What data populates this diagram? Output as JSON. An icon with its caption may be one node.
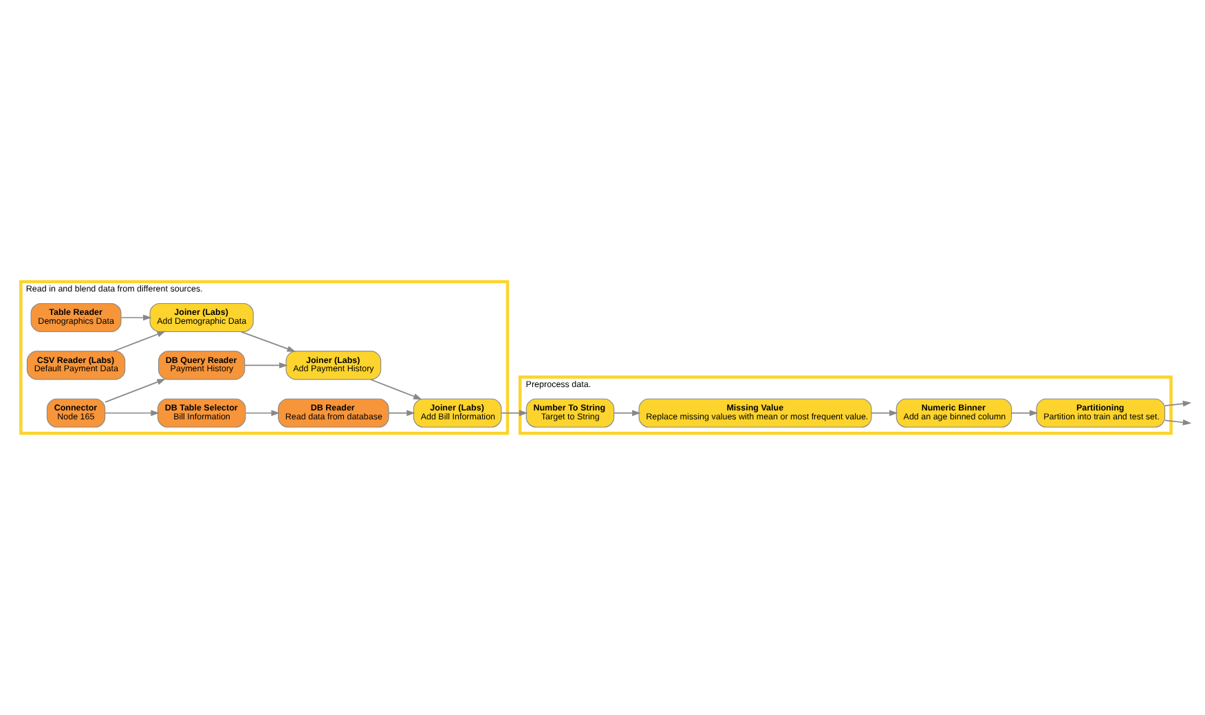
{
  "diagram": {
    "nodes": [
      {
        "text": [
          "Read in and blend data from different sources."
        ]
      },
      {
        "text": [
          "Table Reader",
          "Demographics Data"
        ],
        "in": 0
      },
      {
        "text": [
          "Joiner (Labs)",
          "Add Demographic Data"
        ],
        "in": 0
      },
      {
        "text": [
          "CSV Reader (Labs)",
          "Default Payment Data"
        ],
        "in": 0
      },
      {
        "text": [
          "Joiner (Labs)",
          "Add Payment History"
        ],
        "in": 0
      },
      {
        "text": [
          "DB Query Reader",
          "Payment History"
        ],
        "in": 0
      },
      {
        "text": [
          "Joiner (Labs)",
          "Add Bill Information"
        ],
        "in": 0
      },
      {
        "text": [
          "Connector",
          "Node 165"
        ],
        "in": 0
      },
      {
        "text": [
          "DB Table Selector",
          "Bill Information"
        ],
        "in": 0
      },
      {
        "text": [
          "DB Reader",
          "Read data from database"
        ],
        "in": 0
      },
      {
        "text": [
          "Preprocess data."
        ]
      },
      {
        "text": [
          "Number To String",
          "Target to String"
        ],
        "in": 10
      },
      {
        "text": [
          "Missing Value",
          "Replace missing values with mean or most frequent value."
        ],
        "in": 10
      },
      {
        "text": [
          "Numeric Binner",
          "Add an age binned column"
        ],
        "in": 10
      },
      {
        "text": [
          "Partitioning",
          "Partition into train and test set."
        ],
        "in": 10
      }
    ],
    "edges": [
      {
        "from": 1,
        "to": 2,
        "arrow": "to"
      },
      {
        "from": 3,
        "to": 2,
        "arrow": "to"
      },
      {
        "from": 2,
        "to": 4,
        "arrow": "to"
      },
      {
        "from": 7,
        "to": 5,
        "arrow": "to"
      },
      {
        "from": 5,
        "to": 4,
        "arrow": "to"
      },
      {
        "from": 7,
        "to": 8,
        "arrow": "to"
      },
      {
        "from": 8,
        "to": 9,
        "arrow": "to"
      },
      {
        "from": 4,
        "to": 6,
        "arrow": "to"
      },
      {
        "from": 9,
        "to": 6,
        "arrow": "to"
      },
      {
        "from": 6,
        "to": 11,
        "arrow": "to"
      },
      {
        "from": 11,
        "to": 12,
        "arrow": "to"
      },
      {
        "from": 12,
        "to": 13,
        "arrow": "to"
      },
      {
        "from": 13,
        "to": 14,
        "arrow": "to"
      },
      {
        "from": 14,
        "to": null,
        "arrow": "to"
      },
      {
        "from": 14,
        "to": null,
        "arrow": "to"
      }
    ]
  }
}
